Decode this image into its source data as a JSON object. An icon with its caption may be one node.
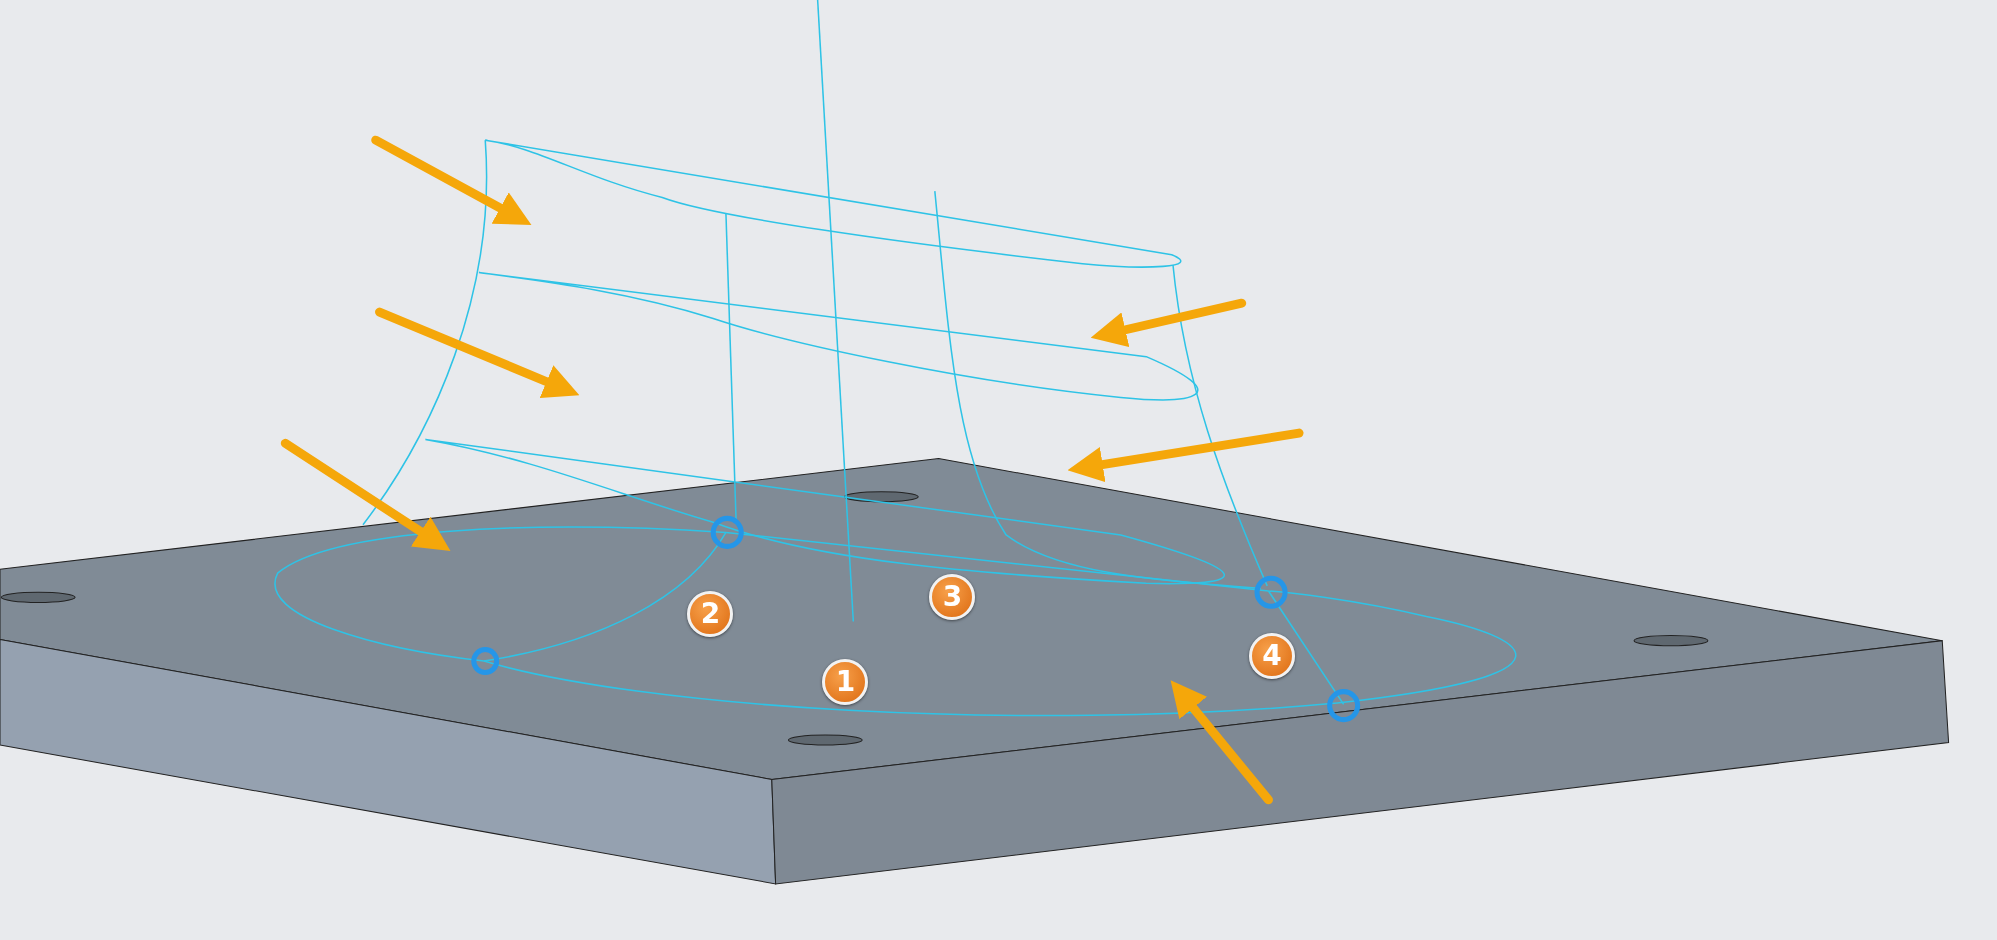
{
  "diagram": {
    "labels": [
      "2",
      "3",
      "1",
      "4"
    ]
  }
}
